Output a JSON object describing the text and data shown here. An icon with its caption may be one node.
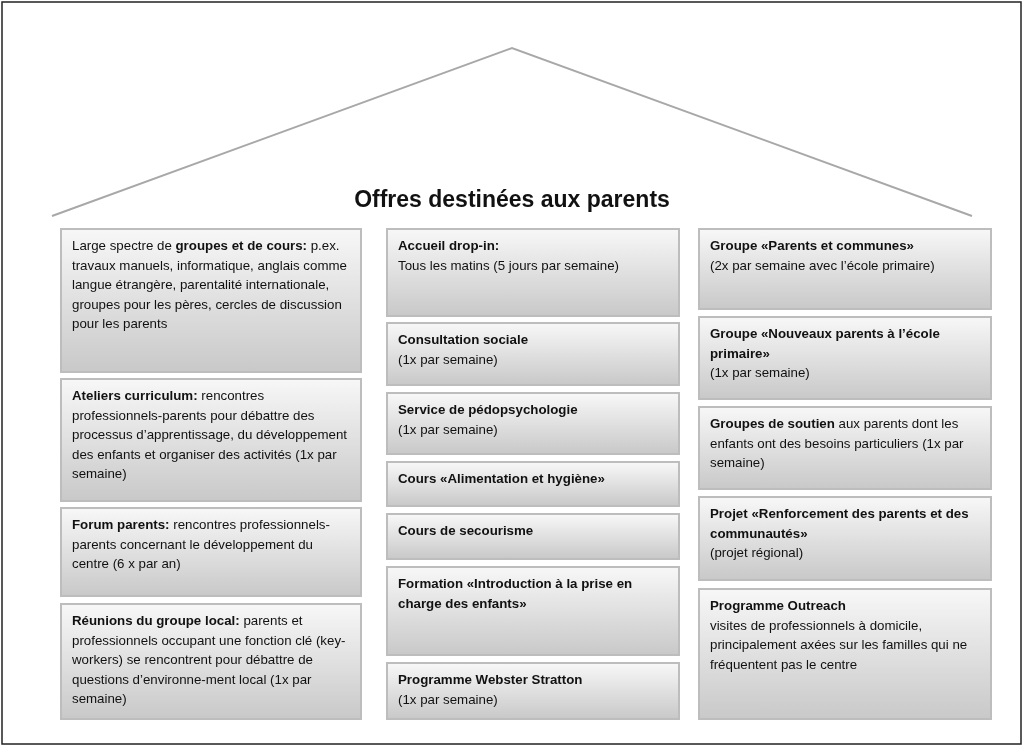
{
  "diagram": {
    "title": "Offres destinées aux parents",
    "nodes": [
      {
        "text": [
          "Large spectre de **groupes et de cours:** p.ex. travaux manuels, informatique, anglais comme langue étrangère, parentalité internationale, groupes pour les pères, cercles de discussion pour les parents"
        ]
      },
      {
        "text": [
          "**Ateliers curriculum:** rencontres professionnels-parents pour débattre des processus d’apprentissage, du développement des enfants et organiser des activités (1x par semaine)"
        ]
      },
      {
        "text": [
          "**Forum parents:** rencontres professionnels-parents concernant le développement du centre (6 x par an)"
        ]
      },
      {
        "text": [
          "**Réunions du groupe local:** parents et professionnels occupant une fonction clé (key-workers) se rencontrent pour débattre de questions d’environne-ment local (1x par semaine)"
        ]
      },
      {
        "text": [
          "Accueil drop-in:",
          "Tous les matins (5 jours par semaine)"
        ]
      },
      {
        "text": [
          "Consultation sociale",
          "(1x par semaine)"
        ]
      },
      {
        "text": [
          "Service de pédopsychologie",
          "(1x par semaine)"
        ]
      },
      {
        "text": [
          "Cours «Alimentation et hygiène»"
        ]
      },
      {
        "text": [
          "Cours de secourisme"
        ]
      },
      {
        "text": [
          "Formation «Introduction à la prise en charge des enfants»"
        ]
      },
      {
        "text": [
          "Programme Webster Stratton",
          "(1x par semaine)"
        ]
      },
      {
        "text": [
          "Groupe «Parents et communes»",
          "(2x par semaine avec l’école primaire)"
        ]
      },
      {
        "text": [
          "Groupe «Nouveaux parents à l’école primaire»",
          "(1x par semaine)"
        ]
      },
      {
        "text": [
          "**Groupes de soutien** aux parents dont les enfants ont des besoins particuliers (1x par semaine)"
        ]
      },
      {
        "text": [
          "Projet «Renforcement des parents et des communautés»",
          "(projet régional)"
        ]
      },
      {
        "text": [
          "Programme Outreach",
          "visites de professionnels à domicile, principalement axées sur les familles qui ne fréquentent pas le centre"
        ]
      }
    ]
  }
}
